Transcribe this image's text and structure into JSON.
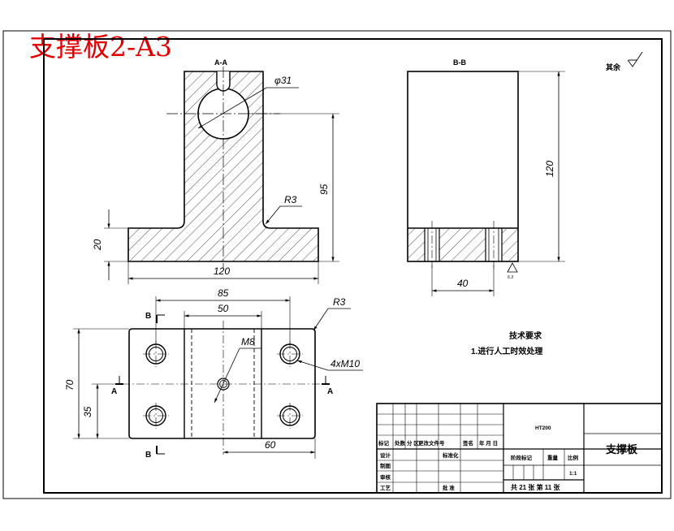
{
  "drawing_title": "支撑板2-A3",
  "views": {
    "section_aa": "A-A",
    "section_bb": "B-B",
    "cut_letters": {
      "a": "A",
      "b": "B"
    }
  },
  "dimensions": {
    "phi31": "φ31",
    "r3": "R3",
    "d95": "95",
    "d20": "20",
    "d120": "120",
    "d120v": "120",
    "d40": "40",
    "d85": "85",
    "d50": "50",
    "m8": "M8",
    "d4xm10": "4xM10",
    "d70": "70",
    "d35": "35",
    "d60": "60"
  },
  "surface_note": {
    "label": "其余",
    "roughness": "6.3"
  },
  "tech_requirements": {
    "title": "技术要求",
    "item1": "1.进行人工时效处理"
  },
  "title_block": {
    "material": "HT200",
    "part_name": "支撑板",
    "scale_value": "1:1",
    "sheets": "共 21 张   第 11 张",
    "cells": {
      "biaoji": "标记",
      "chushu": "处数",
      "fenqu": "分 区",
      "gengai": "更改文件号",
      "qianming": "签名",
      "nianyueri": "年 月 日",
      "sheji": "设计",
      "biaozhunhua": "标准化",
      "zhitu": "制图",
      "shenhe": "审核",
      "gongyi": "工艺",
      "pizhun": "批 准",
      "jieduan": "阶段标记",
      "zhongliang": "重量",
      "bili": "比例"
    }
  }
}
